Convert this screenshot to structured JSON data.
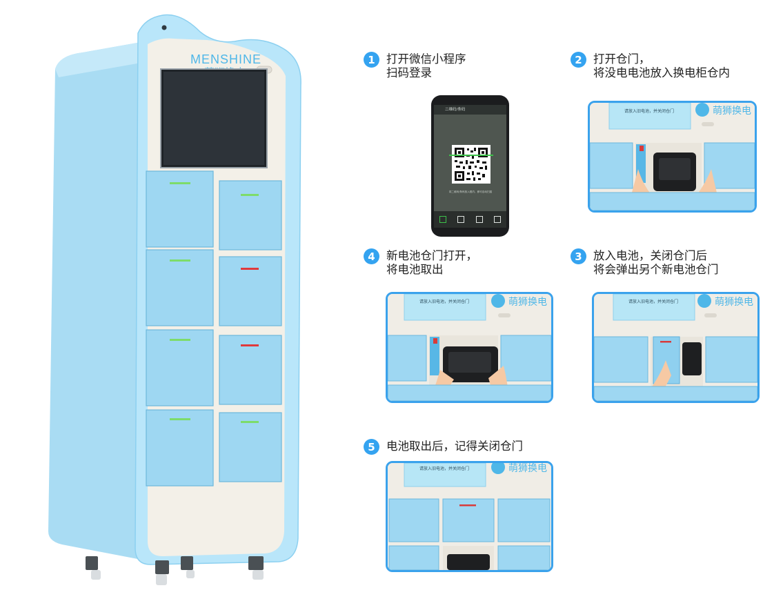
{
  "brand": {
    "name_en": "MENSHINE",
    "name_cn": "萌狮换电"
  },
  "cabinet": {
    "door_indicators": [
      "green",
      "green",
      "green",
      "red",
      "green",
      "red",
      "green",
      "green"
    ]
  },
  "colors": {
    "accent": "#34a3f0",
    "cabinet_body": "#aee0f6",
    "panel_face": "#f3f0e8",
    "indicator_green": "#7ddc6a",
    "indicator_red": "#e0393b"
  },
  "steps": [
    {
      "number": "1",
      "line1": "打开微信小程序",
      "line2": "扫码登录"
    },
    {
      "number": "2",
      "line1": "打开仓门，",
      "line2": "将没电电池放入换电柜仓内"
    },
    {
      "number": "4",
      "line1": "新电池仓门打开，",
      "line2": "将电池取出"
    },
    {
      "number": "3",
      "line1": "放入电池，关闭仓门后",
      "line2": "将会弹出另个新电池仓门"
    },
    {
      "number": "5",
      "line1": "电池取出后，记得关闭仓门"
    }
  ],
  "phone": {
    "header_title": "二维码/条码",
    "hint_text": "将二维码/条码放入框内，即可自动扫描",
    "tabs": [
      "icon-scan",
      "icon-cover",
      "icon-street",
      "icon-translate"
    ]
  },
  "screen_prompt": "请放入旧电池，并关闭仓门",
  "screen_brand": "萌狮换电"
}
